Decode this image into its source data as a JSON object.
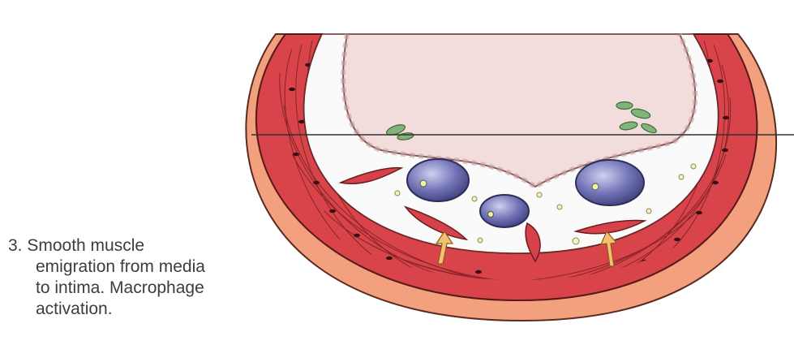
{
  "caption": {
    "line1": "3. Smooth muscle",
    "line2": "emigration from media",
    "line3": "to intima.  Macrophage",
    "line4": "activation."
  },
  "colors": {
    "adventitia": "#f2a07e",
    "media": "#d9434a",
    "lumen_plaque": "#f3dcdc",
    "lumen_wall": "#fafafa",
    "macrophage": "#4b4b8a",
    "smooth_muscle_cell": "#d6424b",
    "foam_cell": "#82b37a",
    "text": "#3d3d3d"
  },
  "icons": [
    "artery-cross-section",
    "macrophage-cell",
    "smooth-muscle-cell",
    "migration-arrow",
    "lipid-deposit"
  ]
}
